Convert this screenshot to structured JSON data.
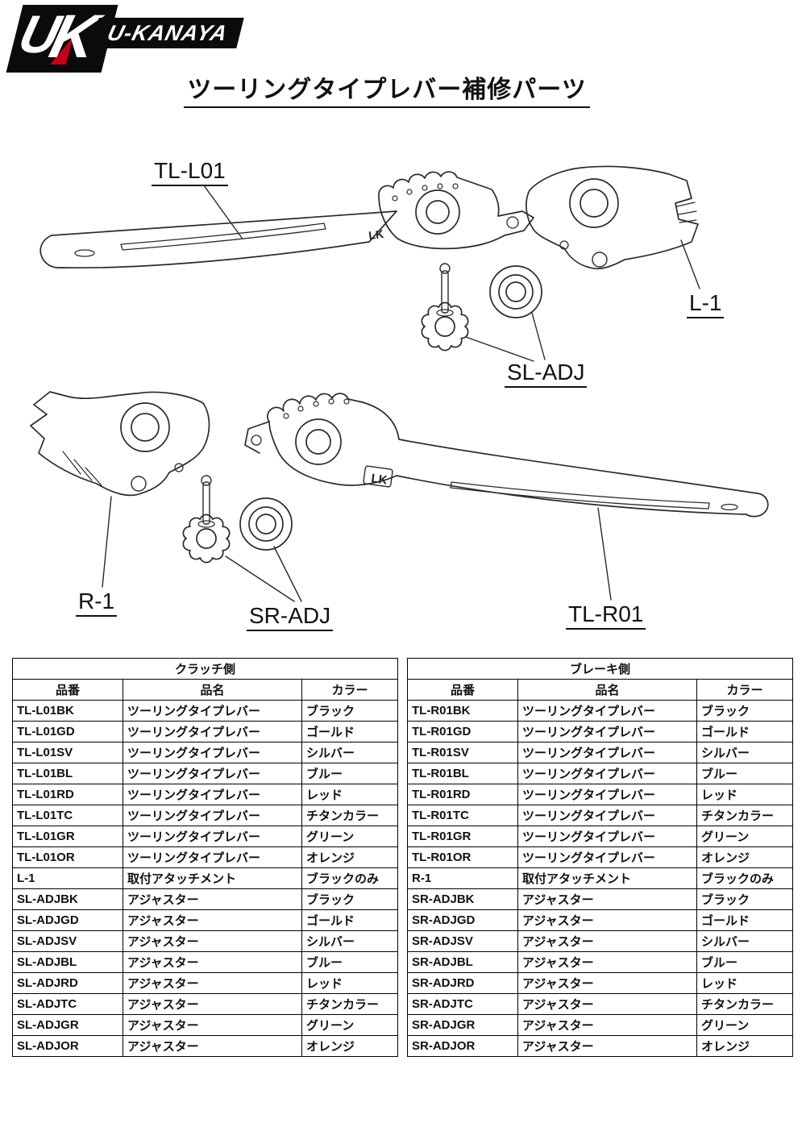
{
  "logo": {
    "mark_u": "U",
    "mark_k": "K",
    "brand": "U-KANAYA"
  },
  "page_title": "ツーリングタイプレバー補修パーツ",
  "diagram": {
    "lever_marking": "LK",
    "labels": {
      "clutch_lever": "TL-L01",
      "clutch_bracket": "L-1",
      "clutch_adjuster": "SL-ADJ",
      "brake_bracket": "R-1",
      "brake_adjuster": "SR-ADJ",
      "brake_lever": "TL-R01"
    }
  },
  "tables": [
    {
      "title": "クラッチ側",
      "headers": [
        "品番",
        "品名",
        "カラー"
      ],
      "rows": [
        [
          "TL-L01BK",
          "ツーリングタイプレバー",
          "ブラック"
        ],
        [
          "TL-L01GD",
          "ツーリングタイプレバー",
          "ゴールド"
        ],
        [
          "TL-L01SV",
          "ツーリングタイプレバー",
          "シルバー"
        ],
        [
          "TL-L01BL",
          "ツーリングタイプレバー",
          "ブルー"
        ],
        [
          "TL-L01RD",
          "ツーリングタイプレバー",
          "レッド"
        ],
        [
          "TL-L01TC",
          "ツーリングタイプレバー",
          "チタンカラー"
        ],
        [
          "TL-L01GR",
          "ツーリングタイプレバー",
          "グリーン"
        ],
        [
          "TL-L01OR",
          "ツーリングタイプレバー",
          "オレンジ"
        ],
        [
          "L-1",
          "取付アタッチメント",
          "ブラックのみ"
        ],
        [
          "SL-ADJBK",
          "アジャスター",
          "ブラック"
        ],
        [
          "SL-ADJGD",
          "アジャスター",
          "ゴールド"
        ],
        [
          "SL-ADJSV",
          "アジャスター",
          "シルバー"
        ],
        [
          "SL-ADJBL",
          "アジャスター",
          "ブルー"
        ],
        [
          "SL-ADJRD",
          "アジャスター",
          "レッド"
        ],
        [
          "SL-ADJTC",
          "アジャスター",
          "チタンカラー"
        ],
        [
          "SL-ADJGR",
          "アジャスター",
          "グリーン"
        ],
        [
          "SL-ADJOR",
          "アジャスター",
          "オレンジ"
        ]
      ]
    },
    {
      "title": "ブレーキ側",
      "headers": [
        "品番",
        "品名",
        "カラー"
      ],
      "rows": [
        [
          "TL-R01BK",
          "ツーリングタイプレバー",
          "ブラック"
        ],
        [
          "TL-R01GD",
          "ツーリングタイプレバー",
          "ゴールド"
        ],
        [
          "TL-R01SV",
          "ツーリングタイプレバー",
          "シルバー"
        ],
        [
          "TL-R01BL",
          "ツーリングタイプレバー",
          "ブルー"
        ],
        [
          "TL-R01RD",
          "ツーリングタイプレバー",
          "レッド"
        ],
        [
          "TL-R01TC",
          "ツーリングタイプレバー",
          "チタンカラー"
        ],
        [
          "TL-R01GR",
          "ツーリングタイプレバー",
          "グリーン"
        ],
        [
          "TL-R01OR",
          "ツーリングタイプレバー",
          "オレンジ"
        ],
        [
          "R-1",
          "取付アタッチメント",
          "ブラックのみ"
        ],
        [
          "SR-ADJBK",
          "アジャスター",
          "ブラック"
        ],
        [
          "SR-ADJGD",
          "アジャスター",
          "ゴールド"
        ],
        [
          "SR-ADJSV",
          "アジャスター",
          "シルバー"
        ],
        [
          "SR-ADJBL",
          "アジャスター",
          "ブルー"
        ],
        [
          "SR-ADJRD",
          "アジャスター",
          "レッド"
        ],
        [
          "SR-ADJTC",
          "アジャスター",
          "チタンカラー"
        ],
        [
          "SR-ADJGR",
          "アジャスター",
          "グリーン"
        ],
        [
          "SR-ADJOR",
          "アジャスター",
          "オレンジ"
        ]
      ]
    }
  ]
}
